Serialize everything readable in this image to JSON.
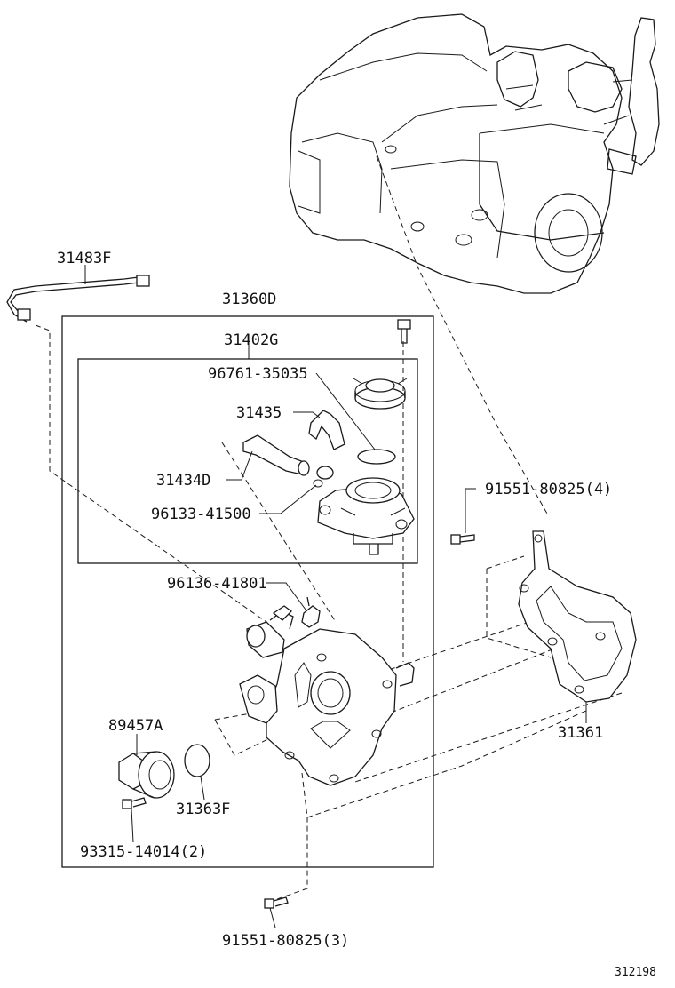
{
  "diagram": {
    "reference_number": "312198",
    "parts": {
      "p31483F": "31483F",
      "p31360D": "31360D",
      "p31402G": "31402G",
      "p96761": "96761-35035",
      "p31435": "31435",
      "p31434D": "31434D",
      "p96133": "96133-41500",
      "p91551_top": "91551-80825(4)",
      "p96136": "96136-41801",
      "p89457A": "89457A",
      "p31361": "31361",
      "p31363F": "31363F",
      "p93315": "93315-14014(2)",
      "p91551_bottom": "91551-80825(3)"
    }
  }
}
